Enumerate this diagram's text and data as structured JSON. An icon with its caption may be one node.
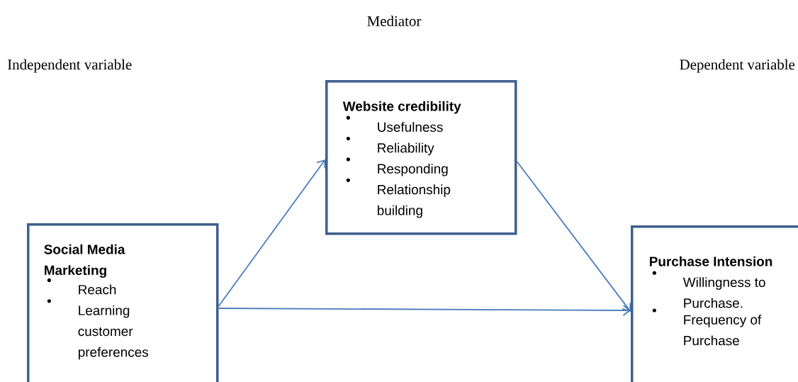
{
  "diagram": {
    "nodes": [
      {
        "text": [
          "Social Media Marketing",
          "Reach",
          "Learning customer preferences"
        ]
      },
      {
        "text": [
          "Website credibility",
          "Usefulness",
          "Reliability",
          "Responding",
          "Relationship building"
        ]
      },
      {
        "text": [
          "Purchase Intension",
          "Willingness to Purchase.",
          "Frequency of Purchase"
        ]
      }
    ],
    "edges": [
      {
        "from": 0,
        "to": 1,
        "arrow": "to"
      },
      {
        "from": 1,
        "to": 2,
        "arrow": "to"
      },
      {
        "from": 0,
        "to": 2,
        "arrow": "to"
      }
    ],
    "labels": [
      "Mediator",
      "Independent variable",
      "Dependent variable"
    ]
  }
}
